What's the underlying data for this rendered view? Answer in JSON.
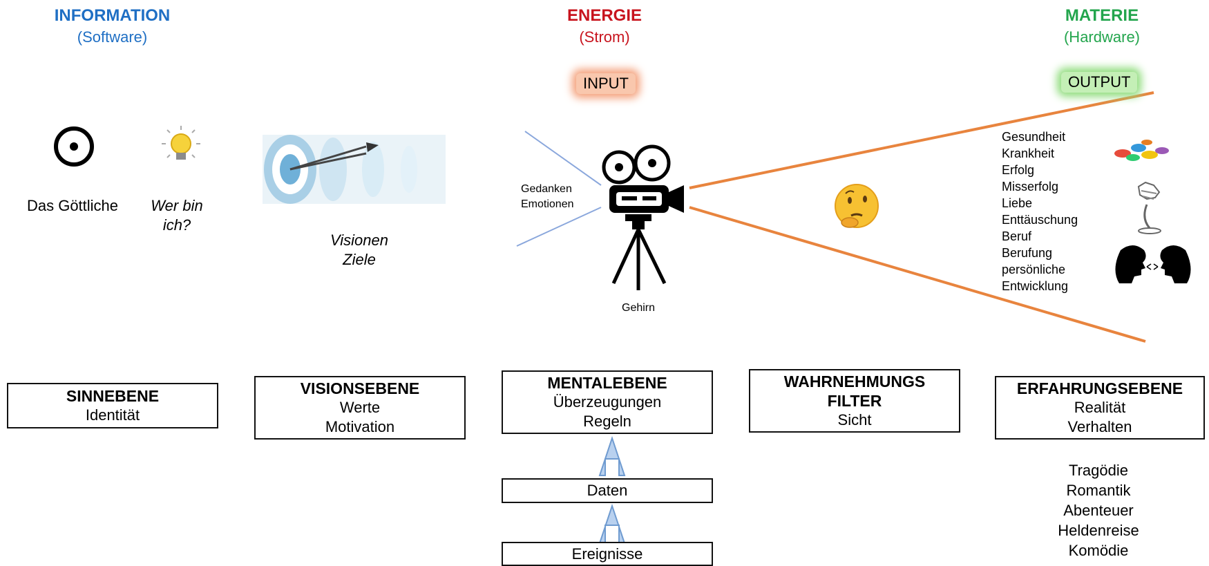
{
  "columns": {
    "information": {
      "title": "INFORMATION",
      "subtitle": "(Software)",
      "color": "#1f6fc4"
    },
    "energie": {
      "title": "ENERGIE",
      "subtitle": "(Strom)",
      "color": "#c8141e"
    },
    "materie": {
      "title": "MATERIE",
      "subtitle": "(Hardware)",
      "color": "#23a54d"
    }
  },
  "badges": {
    "input": "INPUT",
    "output": "OUTPUT",
    "input_glow": "#f4a07a",
    "output_glow": "#8fdc7c"
  },
  "labels": {
    "das_goettliche": "Das Göttliche",
    "wer_bin_ich": [
      "Wer bin",
      "ich?"
    ],
    "visionen": [
      "Visionen",
      "Ziele"
    ],
    "gedanken": "Gedanken",
    "emotionen": "Emotionen",
    "gehirn": "Gehirn"
  },
  "outcomes": [
    "Gesundheit",
    "Krankheit",
    "Erfolg",
    "Misserfolg",
    "Liebe",
    "Enttäuschung",
    "Beruf",
    "Berufung",
    "persönliche",
    "Entwicklung"
  ],
  "boxes": {
    "sinnebene": {
      "title": "SINNEBENE",
      "lines": [
        "Identität"
      ]
    },
    "visionsebene": {
      "title": "VISIONSEBENE",
      "lines": [
        "Werte",
        "Motivation"
      ]
    },
    "mentalebene": {
      "title": "MENTALEBENE",
      "lines": [
        "Überzeugungen",
        "Regeln"
      ]
    },
    "wahrnehmung": {
      "title": [
        "WAHRNEHMUNGS",
        "FILTER"
      ],
      "lines": [
        "Sicht"
      ]
    },
    "erfahrungsebene": {
      "title": "ERFAHRUNGSEBENE",
      "lines": [
        "Realität",
        "Verhalten"
      ]
    },
    "daten": "Daten",
    "ereignisse": "Ereignisse"
  },
  "stories": [
    "Tragödie",
    "Romantik",
    "Abenteuer",
    "Heldenreise",
    "Komödie"
  ],
  "icons": [
    "circled-dot-icon",
    "lightbulb-icon",
    "target-arrow-icon",
    "film-camera-icon",
    "thinking-face-icon",
    "pills-icon",
    "broken-statue-icon",
    "talking-heads-icon",
    "up-arrow-icon"
  ],
  "colors": {
    "projection": "#e8843e",
    "input_lines": "#8aa7dc",
    "arrow": "#8fb4e0"
  }
}
